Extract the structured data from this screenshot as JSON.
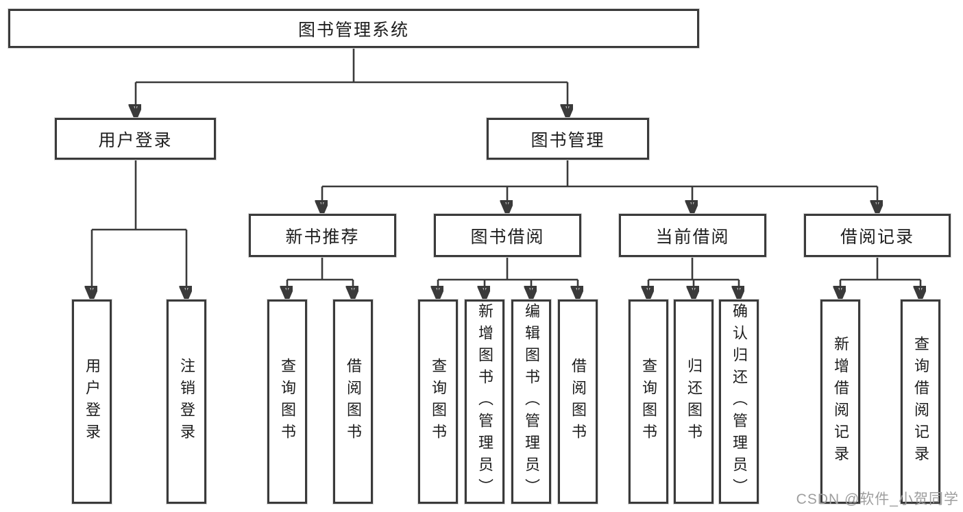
{
  "tree": {
    "root": {
      "label": "图书管理系统"
    },
    "children": [
      {
        "label": "用户登录",
        "children": [
          {
            "label": "用户登录"
          },
          {
            "label": "注销登录"
          }
        ]
      },
      {
        "label": "图书管理",
        "children": [
          {
            "label": "新书推荐",
            "children": [
              {
                "label": "查询图书"
              },
              {
                "label": "借阅图书"
              }
            ]
          },
          {
            "label": "图书借阅",
            "children": [
              {
                "label": "查询图书"
              },
              {
                "label": "新增图书（管理员）"
              },
              {
                "label": "编辑图书（管理员）"
              },
              {
                "label": "借阅图书"
              }
            ]
          },
          {
            "label": "当前借阅",
            "children": [
              {
                "label": "查询图书"
              },
              {
                "label": "归还图书"
              },
              {
                "label": "确认归还（管理员）"
              }
            ]
          },
          {
            "label": "借阅记录",
            "children": [
              {
                "label": "新增借阅记录"
              },
              {
                "label": "查询借阅记录"
              }
            ]
          }
        ]
      }
    ]
  },
  "watermark": {
    "text": "CSDN @软件_小贺同学"
  },
  "colors": {
    "line": "#3a3a3a",
    "box_border": "#3a3a3a",
    "text": "#1d1d1d",
    "watermark": "#9e9e9e",
    "background": "#ffffff"
  }
}
